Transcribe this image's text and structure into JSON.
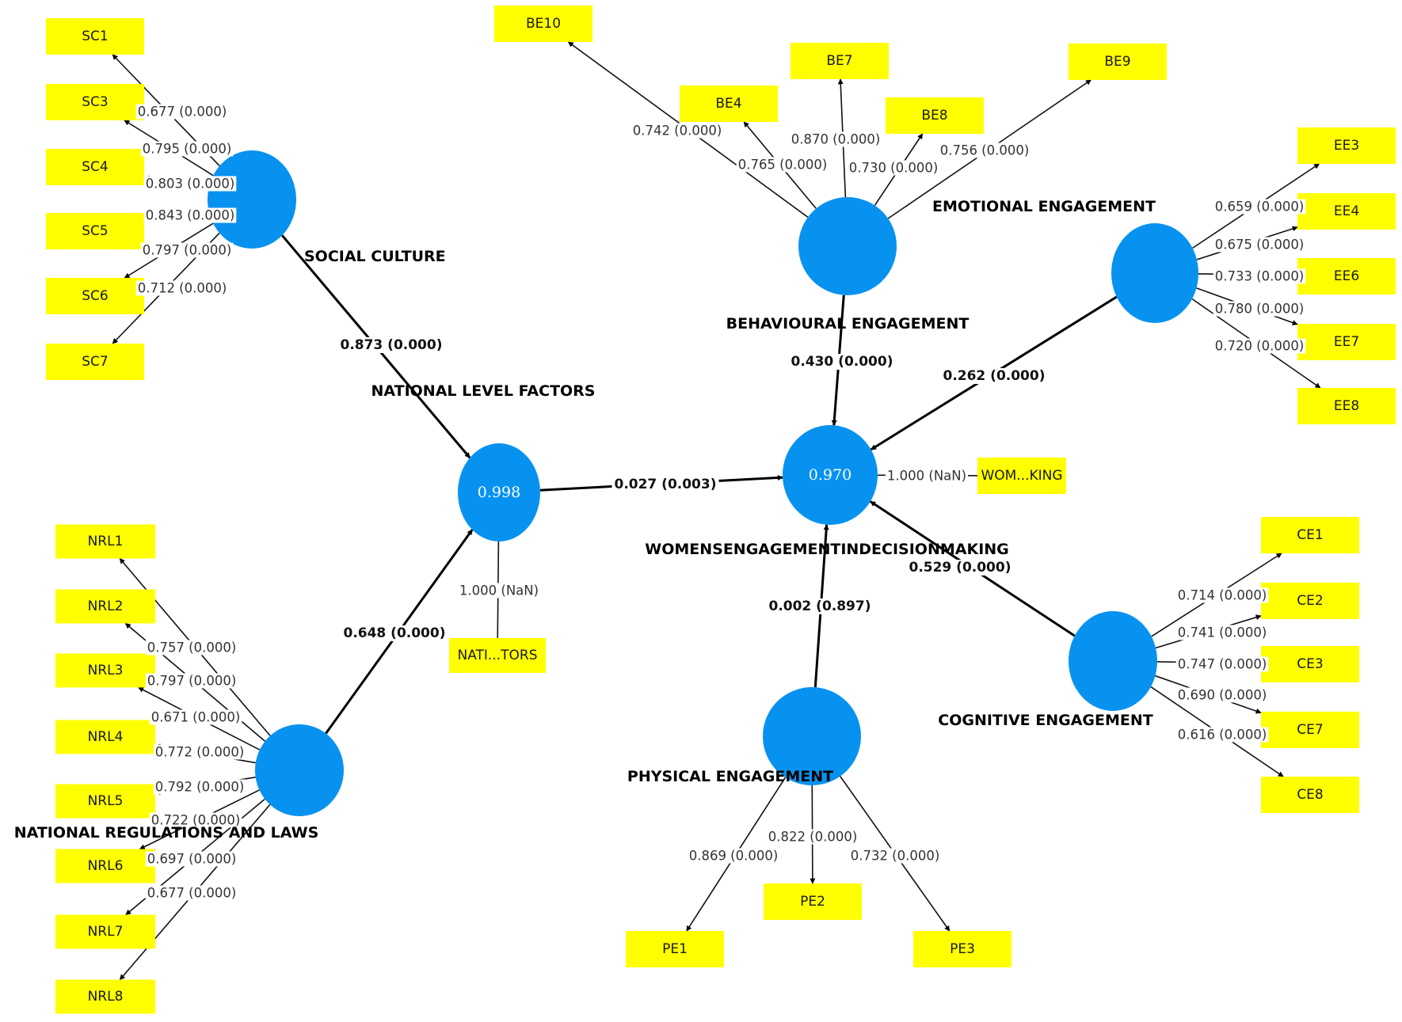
{
  "title": "PLS-SEM Structural Model: Women's Engagement in Decision Making",
  "colors": {
    "latent_fill": "#0892f0",
    "indicator_fill": "#ffff00",
    "line": "#000000",
    "background": "#ffffff"
  },
  "latents": [
    {
      "id": "SC",
      "name": "SOCIAL CULTURE",
      "r2": ""
    },
    {
      "id": "NRL",
      "name": "NATIONAL REGULATIONS AND LAWS",
      "r2": ""
    },
    {
      "id": "NLF",
      "name": "NATIONAL LEVEL FACTORS",
      "r2": "0.998"
    },
    {
      "id": "BE",
      "name": "BEHAVIOURAL ENGAGEMENT",
      "r2": ""
    },
    {
      "id": "EE",
      "name": "EMOTIONAL ENGAGEMENT",
      "r2": ""
    },
    {
      "id": "WED",
      "name": "WOMENSENGAGEMENTINDECISIONMAKING",
      "r2": "0.970"
    },
    {
      "id": "CE",
      "name": "COGNITIVE ENGAGEMENT",
      "r2": ""
    },
    {
      "id": "PE",
      "name": "PHYSICAL ENGAGEMENT",
      "r2": ""
    }
  ],
  "indicators": [
    {
      "latent": "SC",
      "name": "SC1",
      "loading": "0.677 (0.000)"
    },
    {
      "latent": "SC",
      "name": "SC3",
      "loading": "0.795 (0.000)"
    },
    {
      "latent": "SC",
      "name": "SC4",
      "loading": "0.803 (0.000)"
    },
    {
      "latent": "SC",
      "name": "SC5",
      "loading": "0.843 (0.000)"
    },
    {
      "latent": "SC",
      "name": "SC6",
      "loading": "0.797 (0.000)"
    },
    {
      "latent": "SC",
      "name": "SC7",
      "loading": "0.712 (0.000)"
    },
    {
      "latent": "NRL",
      "name": "NRL1",
      "loading": "0.757 (0.000)"
    },
    {
      "latent": "NRL",
      "name": "NRL2",
      "loading": "0.797 (0.000)"
    },
    {
      "latent": "NRL",
      "name": "NRL3",
      "loading": "0.671 (0.000)"
    },
    {
      "latent": "NRL",
      "name": "NRL4",
      "loading": "0.772 (0.000)"
    },
    {
      "latent": "NRL",
      "name": "NRL5",
      "loading": "0.792 (0.000)"
    },
    {
      "latent": "NRL",
      "name": "NRL6",
      "loading": "0.722 (0.000)"
    },
    {
      "latent": "NRL",
      "name": "NRL7",
      "loading": "0.697 (0.000)"
    },
    {
      "latent": "NRL",
      "name": "NRL8",
      "loading": "0.677 (0.000)"
    },
    {
      "latent": "NLF",
      "name": "NATI...TORS",
      "loading": "1.000 (NaN)"
    },
    {
      "latent": "BE",
      "name": "BE10",
      "loading": "0.742 (0.000)"
    },
    {
      "latent": "BE",
      "name": "BE4",
      "loading": "0.765 (0.000)"
    },
    {
      "latent": "BE",
      "name": "BE7",
      "loading": "0.870 (0.000)"
    },
    {
      "latent": "BE",
      "name": "BE8",
      "loading": "0.730 (0.000)"
    },
    {
      "latent": "BE",
      "name": "BE9",
      "loading": "0.756 (0.000)"
    },
    {
      "latent": "EE",
      "name": "EE3",
      "loading": "0.659 (0.000)"
    },
    {
      "latent": "EE",
      "name": "EE4",
      "loading": "0.675 (0.000)"
    },
    {
      "latent": "EE",
      "name": "EE6",
      "loading": "0.733 (0.000)"
    },
    {
      "latent": "EE",
      "name": "EE7",
      "loading": "0.780 (0.000)"
    },
    {
      "latent": "EE",
      "name": "EE8",
      "loading": "0.720 (0.000)"
    },
    {
      "latent": "WED",
      "name": "WOM...KING",
      "loading": "1.000 (NaN)"
    },
    {
      "latent": "CE",
      "name": "CE1",
      "loading": "0.714 (0.000)"
    },
    {
      "latent": "CE",
      "name": "CE2",
      "loading": "0.741 (0.000)"
    },
    {
      "latent": "CE",
      "name": "CE3",
      "loading": "0.747 (0.000)"
    },
    {
      "latent": "CE",
      "name": "CE7",
      "loading": "0.690 (0.000)"
    },
    {
      "latent": "CE",
      "name": "CE8",
      "loading": "0.616 (0.000)"
    },
    {
      "latent": "PE",
      "name": "PE1",
      "loading": "0.869 (0.000)"
    },
    {
      "latent": "PE",
      "name": "PE2",
      "loading": "0.822 (0.000)"
    },
    {
      "latent": "PE",
      "name": "PE3",
      "loading": "0.732 (0.000)"
    }
  ],
  "paths": [
    {
      "from": "SC",
      "to": "NLF",
      "label": "0.873 (0.000)"
    },
    {
      "from": "NRL",
      "to": "NLF",
      "label": "0.648 (0.000)"
    },
    {
      "from": "NLF",
      "to": "WED",
      "label": "0.027 (0.003)"
    },
    {
      "from": "BE",
      "to": "WED",
      "label": "0.430 (0.000)"
    },
    {
      "from": "EE",
      "to": "WED",
      "label": "0.262 (0.000)"
    },
    {
      "from": "CE",
      "to": "WED",
      "label": "0.529 (0.000)"
    },
    {
      "from": "PE",
      "to": "WED",
      "label": "0.002 (0.897)"
    }
  ]
}
